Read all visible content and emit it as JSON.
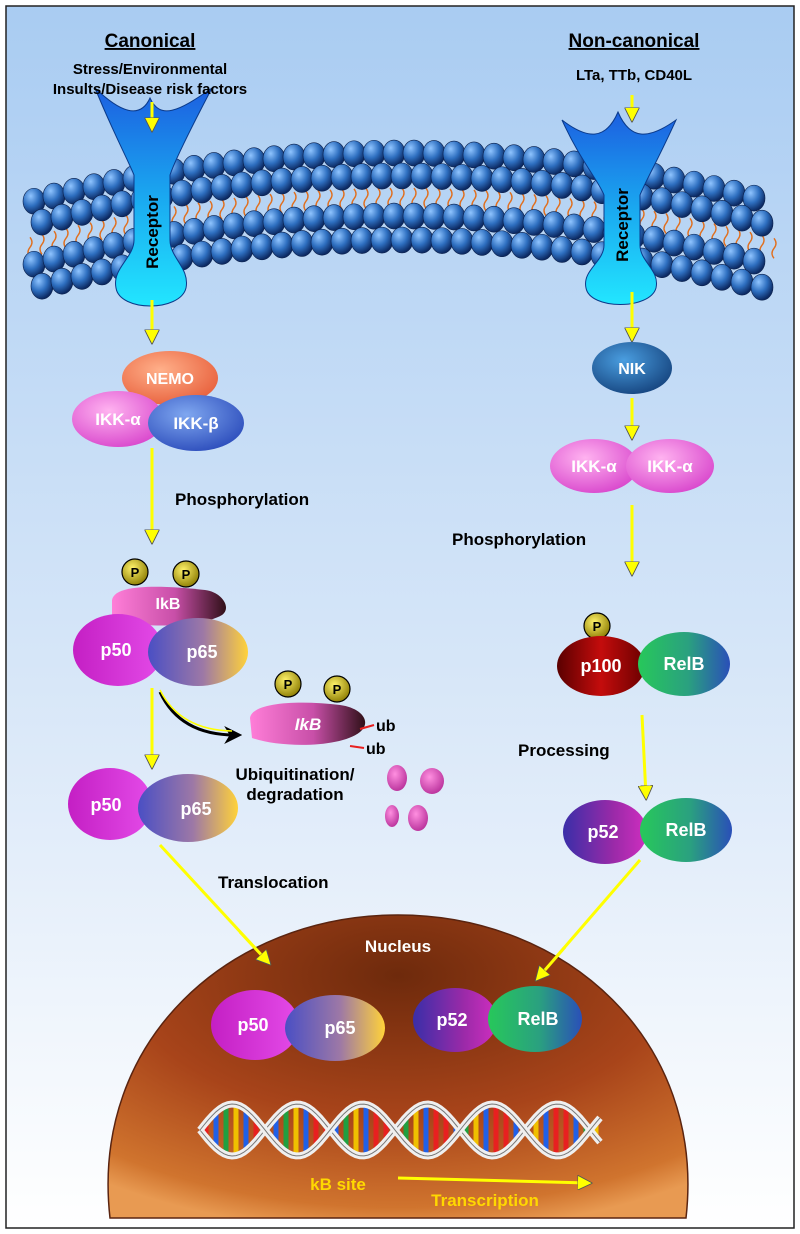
{
  "canonical": {
    "heading": "Canonical",
    "stimulus_line1": "Stress/Environmental",
    "stimulus_line2": "Insults/Disease risk factors",
    "receptor": "Receptor",
    "nemo": "NEMO",
    "ikk_alpha": "IKK-α",
    "ikk_beta": "IKK-β",
    "phosphorylation": "Phosphorylation",
    "p_marker": "P",
    "ikb": "IkB",
    "p50": "p50",
    "p65": "p65",
    "ub": "ub",
    "degradation_line1": "Ubiquitination/",
    "degradation_line2": "degradation",
    "translocation": "Translocation"
  },
  "noncanonical": {
    "heading": "Non-canonical",
    "stimulus": "LTa, TTb, CD40L",
    "receptor": "Receptor",
    "nik": "NIK",
    "ikk_alpha": "IKK-α",
    "phosphorylation": "Phosphorylation",
    "p_marker": "P",
    "p100": "p100",
    "relb": "RelB",
    "processing": "Processing",
    "p52": "p52"
  },
  "nucleus": {
    "label": "Nucleus",
    "p50": "p50",
    "p65": "p65",
    "p52": "p52",
    "relb": "RelB",
    "kb_site": "kB site",
    "transcription": "Transcription"
  },
  "colors": {
    "background_top": "#a9ccf2",
    "background_bottom": "#ffffff",
    "arrow": "#ffff00",
    "nucleus": "#a8441a",
    "label_yellow": "#ffd800"
  }
}
